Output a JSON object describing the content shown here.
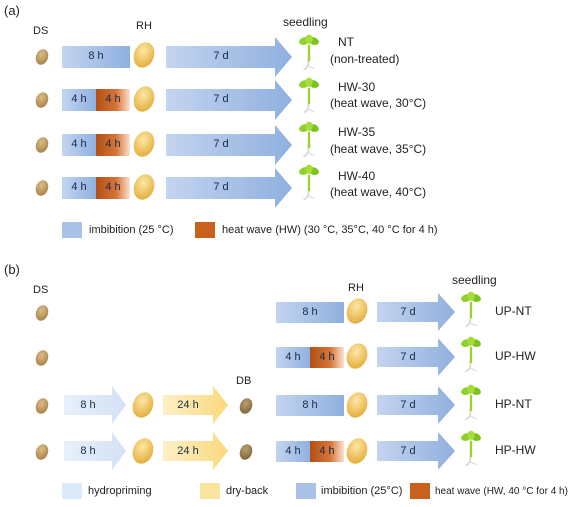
{
  "panel_a": {
    "label": "(a)",
    "col_ds": "DS",
    "col_rh": "RH",
    "col_seedling": "seedling",
    "rows": [
      {
        "pre": "8 h",
        "main": "7 d",
        "name": "NT",
        "desc": "(non-treated)"
      },
      {
        "pre_a": "4 h",
        "pre_b": "4 h",
        "main": "7 d",
        "name": "HW-30",
        "desc": "(heat wave, 30°C)"
      },
      {
        "pre_a": "4 h",
        "pre_b": "4 h",
        "main": "7 d",
        "name": "HW-35",
        "desc": "(heat wave, 35°C)"
      },
      {
        "pre_a": "4 h",
        "pre_b": "4 h",
        "main": "7 d",
        "name": "HW-40",
        "desc": "(heat wave, 40°C)"
      }
    ],
    "legend": {
      "imbibition": "imbibition (25 °C)",
      "heatwave": "heat wave (HW) (30 °C, 35°C, 40 °C for 4 h)"
    }
  },
  "panel_b": {
    "label": "(b)",
    "col_ds": "DS",
    "col_db": "DB",
    "col_rh": "RH",
    "col_seedling": "seedling",
    "rows": [
      {
        "imb": "8 h",
        "main": "7 d",
        "name": "UP-NT"
      },
      {
        "imb_a": "4 h",
        "imb_b": "4 h",
        "main": "7 d",
        "name": "UP-HW"
      },
      {
        "hp": "8 h",
        "db": "24 h",
        "imb": "8 h",
        "main": "7 d",
        "name": "HP-NT"
      },
      {
        "hp": "8 h",
        "db": "24 h",
        "imb_a": "4 h",
        "imb_b": "4 h",
        "main": "7 d",
        "name": "HP-HW"
      }
    ],
    "legend": {
      "hydropriming": "hydropriming",
      "dryback": "dry-back",
      "imbibition": "imbibition (25°C)",
      "heatwave": "heat wave (HW, 40 °C for 4 h)"
    }
  },
  "colors": {
    "imbibition": "#a9c1e6",
    "heatwave": "#c8601e",
    "hydropriming": "#dce9f7",
    "dryback": "#fbe3a0",
    "seed_dry": "#c9a56a",
    "seed_hydrated": "#f3c85a",
    "seedling": "#8fd12c"
  }
}
